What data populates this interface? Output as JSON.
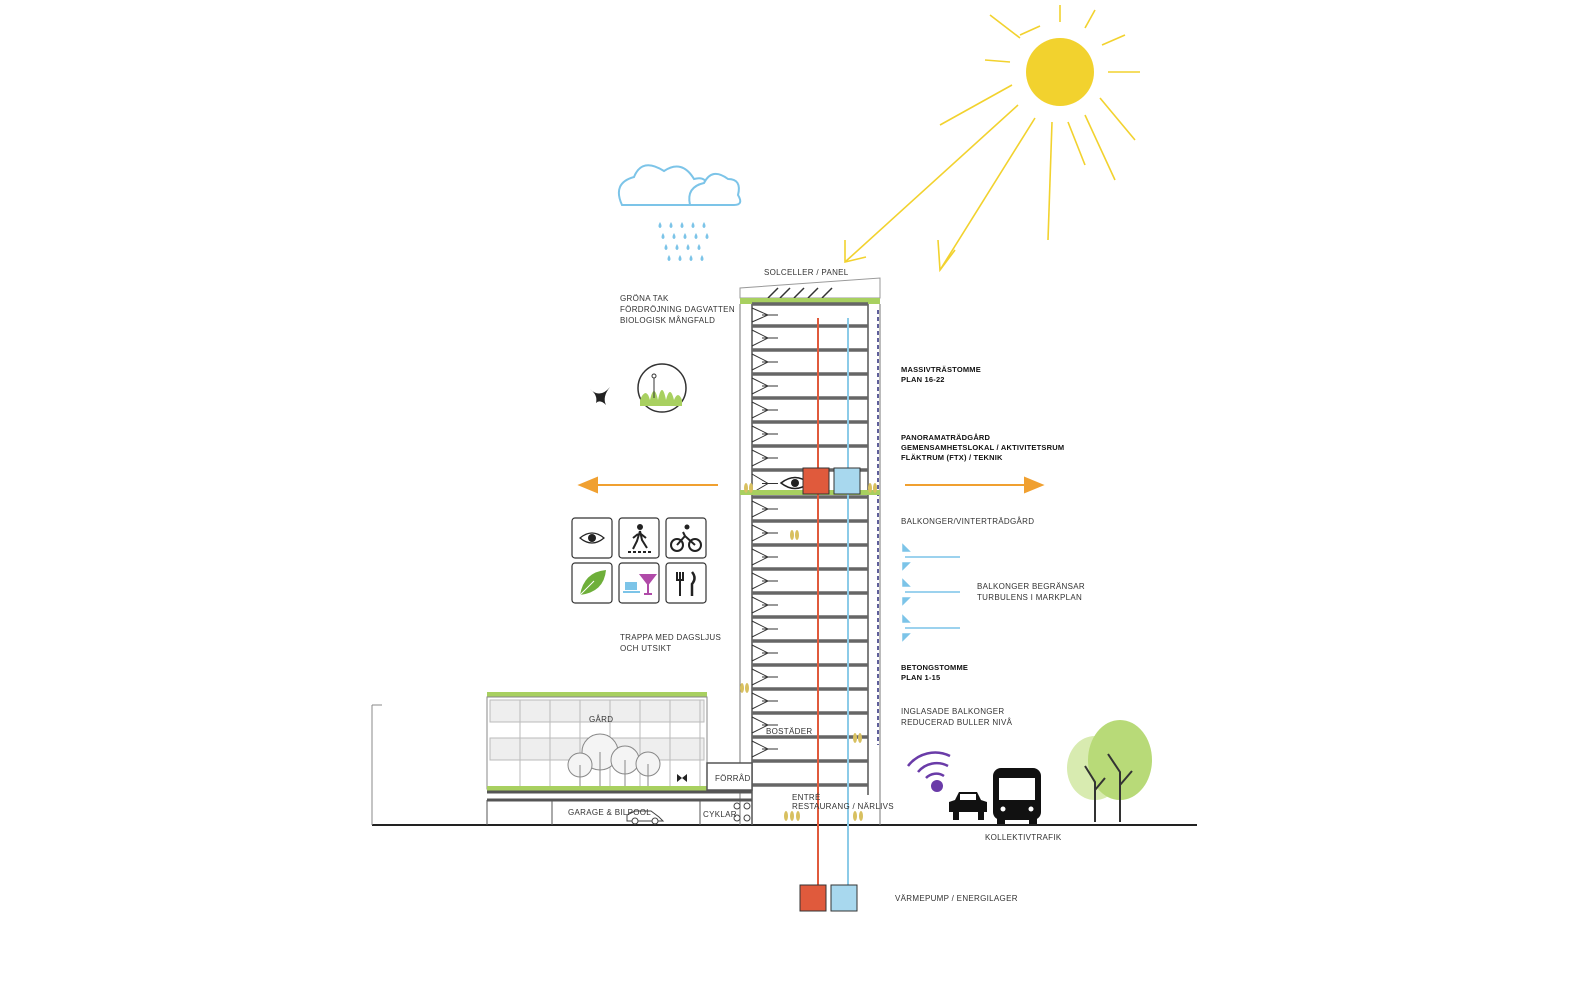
{
  "labels": {
    "solceller": "SOLCELLER / PANEL",
    "grona_tak": [
      "GRÖNA TAK",
      "FÖRDRÖJNING DAGVATTEN",
      "BIOLOGISK MÅNGFALD"
    ],
    "massivtra": [
      "MASSIVTRÄSTOMME",
      "PLAN 16-22"
    ],
    "panorama": [
      "PANORAMATRÄDGÅRD",
      "GEMENSAMHETSLOKAL / AKTIVITETSRUM",
      "FLÄKTRUM (FTX)  / TEKNIK"
    ],
    "balkonger_vinter": "BALKONGER/VINTERTRÄDGÅRD",
    "balkonger_begransar": [
      "BALKONGER  BEGRÄNSAR",
      "TURBULENS I MARKPLAN"
    ],
    "trappa": [
      "TRAPPA MED DAGSLJUS",
      "OCH UTSIKT"
    ],
    "betong": [
      "BETONGSTOMME",
      "PLAN 1-15"
    ],
    "inglasade": [
      "INGLASADE BALKONGER",
      "REDUCERAD BULLER NIVÅ"
    ],
    "bostader": "BOSTÄDER",
    "entre": [
      "ENTRÉ",
      "RESTAURANG / NÄRLIVS"
    ],
    "gard": "GÅRD",
    "forrad": "FÖRRÅD",
    "garage": "GARAGE & BILPOOL",
    "cyklar": "CYKLAR",
    "kollektivtrafik": "KOLLEKTIVTRAFIK",
    "varmepump": "VÄRMEPUMP / ENERGILAGER"
  },
  "icons": [
    "eye-icon",
    "pedestrian-icon",
    "bicycle-icon",
    "leaf-icon",
    "cafe-bar-icon",
    "restaurant-icon"
  ],
  "colors": {
    "sun": "#F2D22E",
    "rain": "#7CC4E8",
    "arrow": "#F0A030",
    "warm_pipe": "#E05A3C",
    "cold_pipe": "#8CCBE8",
    "green": "#A8D060",
    "noise": "#6A3BA8",
    "wind": "#7CC4E8"
  }
}
